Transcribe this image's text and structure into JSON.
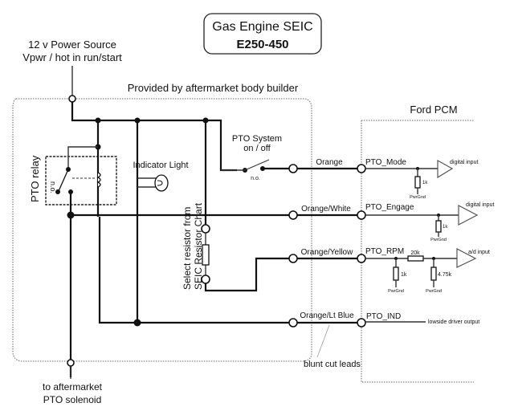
{
  "title": {
    "line1": "Gas Engine SEIC",
    "line2": "E250-450"
  },
  "power_source": {
    "line1": "12 v Power Source",
    "line2": "Vpwr / hot in run/start"
  },
  "body_builder_label": "Provided by aftermarket body builder",
  "pcm_label": "Ford PCM",
  "relay": {
    "label": "PTO relay",
    "contact_label": "n.o."
  },
  "indicator_light_label": "Indicator Light",
  "switch": {
    "line1": "PTO System",
    "line2": "on / off",
    "contact_label": "n.o."
  },
  "resistor_select": {
    "line1": "Select resistor from",
    "line2": "SEIC Resistor Chart"
  },
  "circuits": [
    {
      "wire_color": "Orange",
      "pcm_pin": "PTO_Mode",
      "pcm_type": "digital input",
      "resistors": [
        {
          "value": "1k",
          "ground": "PwrGnd"
        }
      ]
    },
    {
      "wire_color": "Orange/White",
      "pcm_pin": "PTO_Engage",
      "pcm_type": "digital input",
      "resistors": [
        {
          "value": "1k",
          "ground": "PwrGnd"
        }
      ]
    },
    {
      "wire_color": "Orange/Yellow",
      "pcm_pin": "PTO_RPM",
      "pcm_type": "a/d input",
      "series_resistor": "20k",
      "resistors": [
        {
          "value": "1k",
          "ground": "PwrGnd"
        },
        {
          "value": "4.75k",
          "ground": "PwrGnd"
        }
      ]
    },
    {
      "wire_color": "Orange/Lt Blue",
      "pcm_pin": "PTO_IND",
      "pcm_type": "lowside driver output",
      "resistors": []
    }
  ],
  "blunt_cut_label": "blunt cut leads",
  "solenoid": {
    "line1": "to aftermarket",
    "line2": "PTO solenoid"
  }
}
